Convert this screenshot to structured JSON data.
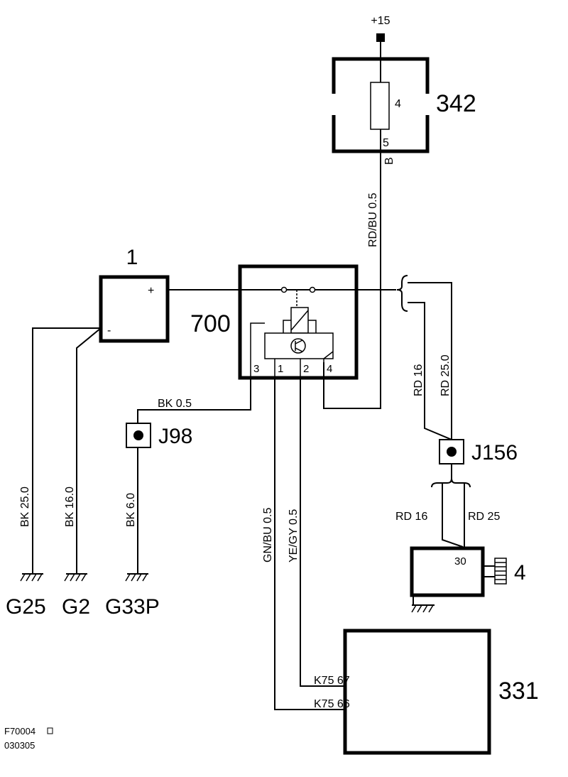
{
  "supply": {
    "label": "+15"
  },
  "fuse_box": {
    "id": "342",
    "fuse_number": "4",
    "pin": "5",
    "pin_letter": "B"
  },
  "battery": {
    "id": "1",
    "plus": "+",
    "minus": "-"
  },
  "relay": {
    "id": "700",
    "pins": [
      "3",
      "1",
      "2",
      "4"
    ]
  },
  "junctions": {
    "j98": "J98",
    "j156": "J156"
  },
  "wires": {
    "supply_wire": "RD/BU  0.5",
    "relay_ground": "BK     0.5",
    "g25_wire": "BK   25.0",
    "g2_wire": "BK   16.0",
    "g33p_wire": "BK   6.0",
    "gnbu": "GN/BU   0.5",
    "yegy": "YE/GY    0.5",
    "rd16_upper": "RD   16",
    "rd25_upper": "RD    25.0",
    "rd16_lower": "RD  16",
    "rd25_lower": "RD 25"
  },
  "grounds": {
    "g25": "G25",
    "g2": "G2",
    "g33p": "G33P"
  },
  "starter": {
    "id": "4",
    "pin": "30"
  },
  "ecu": {
    "id": "331",
    "pin67": "K75  67",
    "pin66": "K75  66"
  },
  "footer": {
    "code": "F70004",
    "date": "030305"
  }
}
